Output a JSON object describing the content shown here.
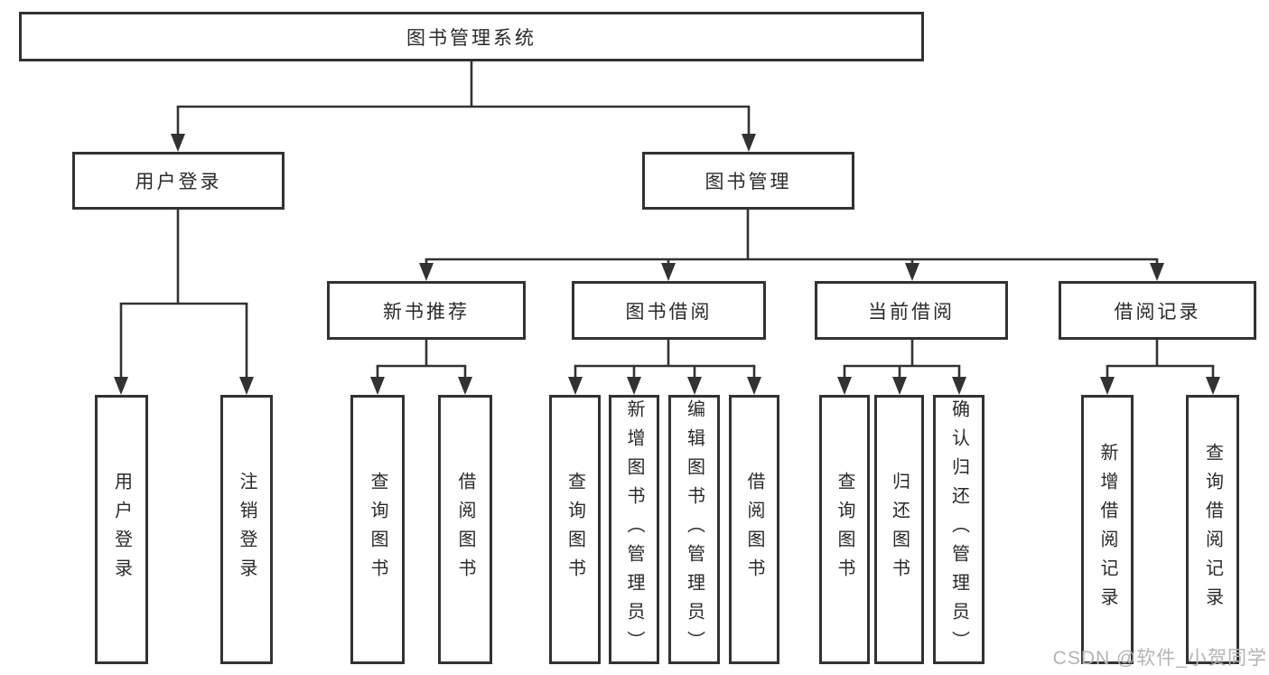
{
  "diagram": {
    "root": {
      "label": "图书管理系统"
    },
    "level2": [
      {
        "id": "user-login",
        "label": "用户登录"
      },
      {
        "id": "book-management",
        "label": "图书管理"
      }
    ],
    "level3": [
      {
        "id": "new-book-recommend",
        "label": "新书推荐"
      },
      {
        "id": "book-borrow",
        "label": "图书借阅"
      },
      {
        "id": "current-borrow",
        "label": "当前借阅"
      },
      {
        "id": "borrow-record",
        "label": "借阅记录"
      }
    ],
    "leaves": [
      {
        "id": "user-login-leaf",
        "label": "用户登录"
      },
      {
        "id": "logout",
        "label": "注销登录"
      },
      {
        "id": "query-books-1",
        "label": "查询图书"
      },
      {
        "id": "borrow-books-1",
        "label": "借阅图书"
      },
      {
        "id": "query-books-2",
        "label": "查询图书"
      },
      {
        "id": "add-books-admin",
        "label": "新增图书（管理员）"
      },
      {
        "id": "edit-books-admin",
        "label": "编辑图书（管理员）"
      },
      {
        "id": "borrow-books-2",
        "label": "借阅图书"
      },
      {
        "id": "query-books-3",
        "label": "查询图书"
      },
      {
        "id": "return-books",
        "label": "归还图书"
      },
      {
        "id": "confirm-return-admin",
        "label": "确认归还（管理员）"
      },
      {
        "id": "add-borrow-record",
        "label": "新增借阅记录"
      },
      {
        "id": "query-borrow-record",
        "label": "查询借阅记录"
      }
    ]
  },
  "watermark": {
    "text": "CSDN @软件_小贺同学"
  },
  "colors": {
    "line": "#323232",
    "text": "#2a2a2a",
    "watermark": "#b4b4b4",
    "background": "#ffffff"
  }
}
